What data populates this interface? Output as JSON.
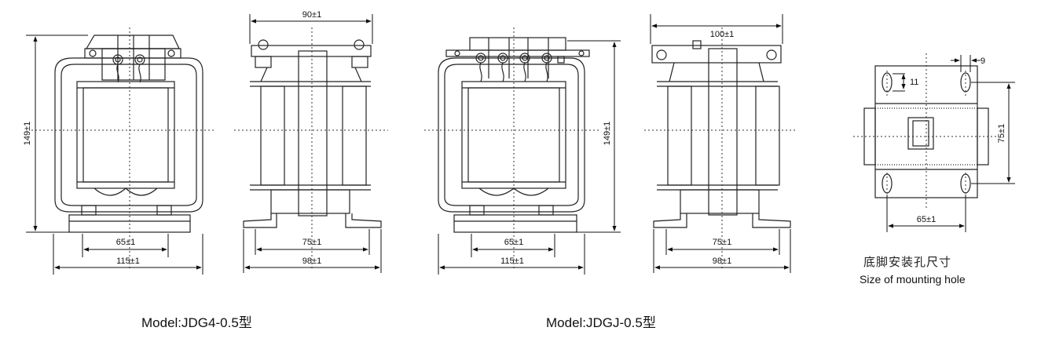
{
  "dimensions": {
    "width_front_jdg4": "115±1",
    "mount_front_jdg4": "65±1",
    "height_jdg4": "149±1",
    "top_side_jdg4": "90±1",
    "base_side_jdg4": "98±1",
    "mount_side_jdg4": "75±1",
    "width_front_jdgj": "115±1",
    "mount_front_jdgj": "65±1",
    "height_jdgj": "149±1",
    "top_side_jdgj": "100±1",
    "base_side_jdgj": "98±1",
    "mount_side_jdgj": "75±1",
    "hole_slot_length": "11",
    "hole_width": "9",
    "hole_spacing_v": "75±1",
    "hole_spacing_h": "65±1"
  },
  "captions": {
    "model_left": "Model:JDG4-0.5型",
    "model_right": "Model:JDGJ-0.5型",
    "mounting_cn": "底脚安装孔尺寸",
    "mounting_en": "Size of mounting hole"
  }
}
